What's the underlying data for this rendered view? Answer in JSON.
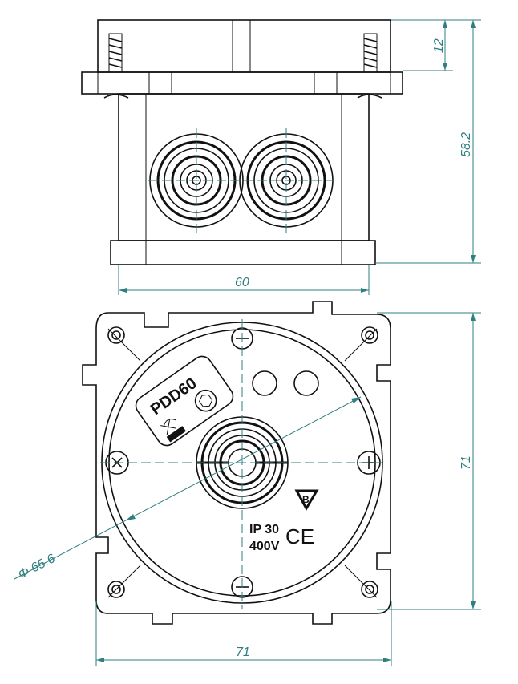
{
  "dimensions": {
    "top_depth": "12",
    "total_height": "58.2",
    "body_width": "60",
    "plate_width": "71",
    "plate_height": "71",
    "diameter": "Φ 65.6"
  },
  "markings": {
    "model": "PDD60",
    "ip_rating": "IP 30",
    "voltage": "400V",
    "ce": "CE",
    "cert_mark": "B"
  },
  "colors": {
    "dimension": "#2f7f80",
    "outline": "#111111"
  }
}
